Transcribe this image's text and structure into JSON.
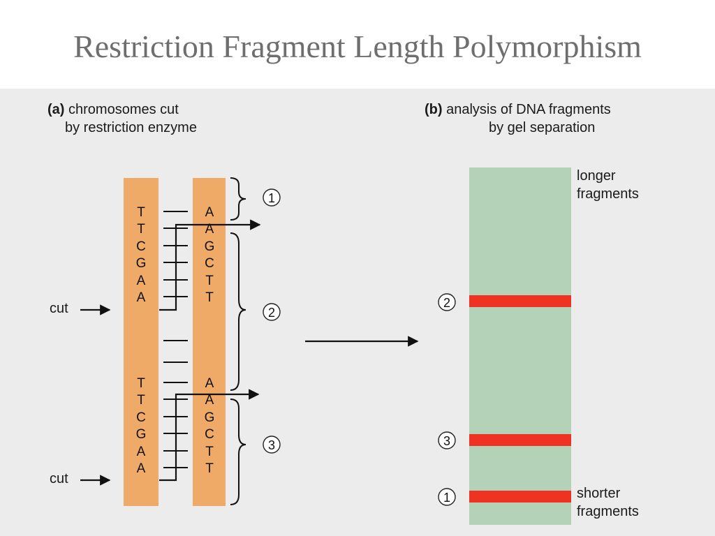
{
  "title": "Restriction Fragment Length Polymorphism",
  "panel_a": {
    "marker": "(a)",
    "caption_line1": "chromosomes cut",
    "caption_line2": "by restriction enzyme",
    "left_strand": [
      "T",
      "T",
      "C",
      "G",
      "A",
      "A",
      "T",
      "T",
      "C",
      "G",
      "A",
      "A"
    ],
    "right_strand": [
      "A",
      "A",
      "G",
      "C",
      "T",
      "T",
      "A",
      "A",
      "G",
      "C",
      "T",
      "T"
    ],
    "cut_label": "cut",
    "fragment_labels": [
      "1",
      "2",
      "3"
    ]
  },
  "panel_b": {
    "marker": "(b)",
    "caption_line1": "analysis of DNA fragments",
    "caption_line2": "by gel separation",
    "top_label_line1": "longer",
    "top_label_line2": "fragments",
    "bottom_label_line1": "shorter",
    "bottom_label_line2": "fragments",
    "band_labels": [
      "2",
      "3",
      "1"
    ]
  },
  "colors": {
    "strand": "#eeaa66",
    "gel": "#b3d2b8",
    "band": "#ee3322",
    "ink": "#111111",
    "panel": "#ececec",
    "title": "#6e6e6e"
  }
}
